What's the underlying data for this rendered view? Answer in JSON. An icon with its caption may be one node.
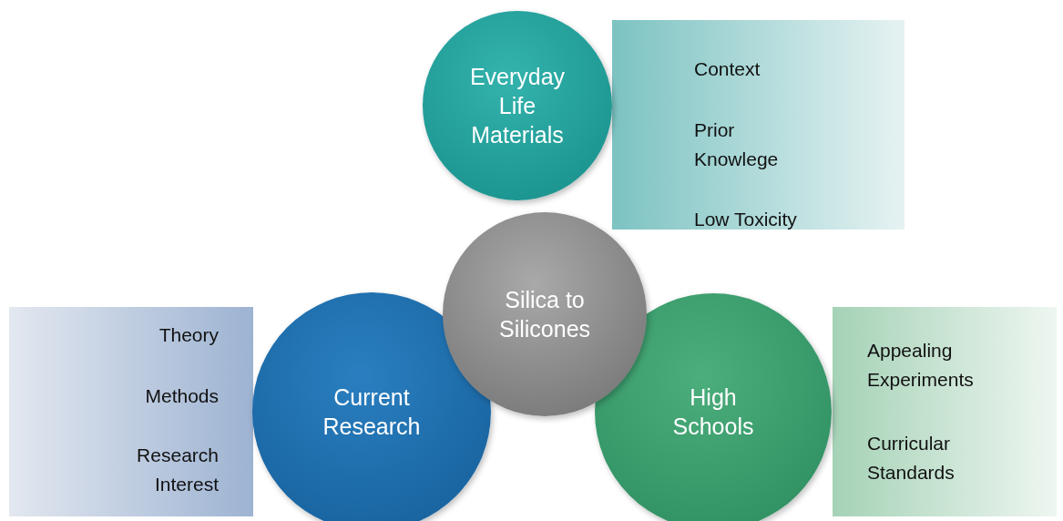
{
  "diagram": {
    "nodes": [
      {
        "text": [
          "Context",
          "Prior Knowlege",
          "Low Toxicity"
        ]
      },
      {
        "text": [
          "Everyday Life Materials"
        ]
      },
      {
        "text": [
          "Theory",
          "Methods",
          "Research Interest"
        ]
      },
      {
        "text": [
          "Current Research"
        ]
      },
      {
        "text": [
          "Appealing Experiments",
          "Curricular Standards"
        ]
      },
      {
        "text": [
          "High Schools"
        ]
      },
      {
        "text": [
          "Silica to Silicones"
        ]
      }
    ]
  }
}
